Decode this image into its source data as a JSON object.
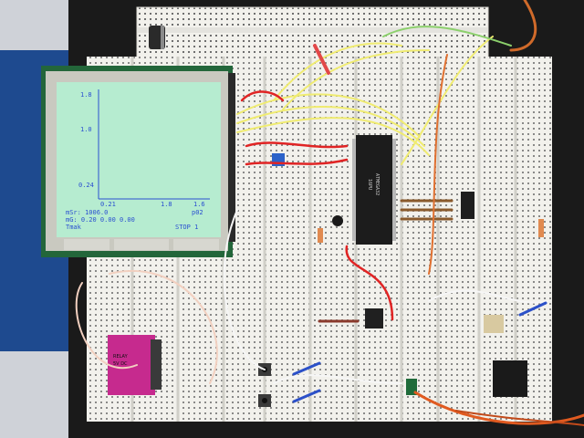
{
  "lcd": {
    "y_ticks": [
      "1.8",
      "1.0",
      "0.24"
    ],
    "x_ticks": [
      "0.21",
      "1.8",
      "1.6"
    ],
    "marker": "p02",
    "readout_line1": "mSr: 1006.0",
    "readout_line2": "mG:  0.20 0.00 0.00",
    "readout_line3": "Tmak",
    "status": "STOP 1"
  },
  "mcu_chip": {
    "line1": "ATMEGA32",
    "line2": "16PU"
  },
  "relay": {
    "line1": "RELAY",
    "line2": "5V DC"
  }
}
